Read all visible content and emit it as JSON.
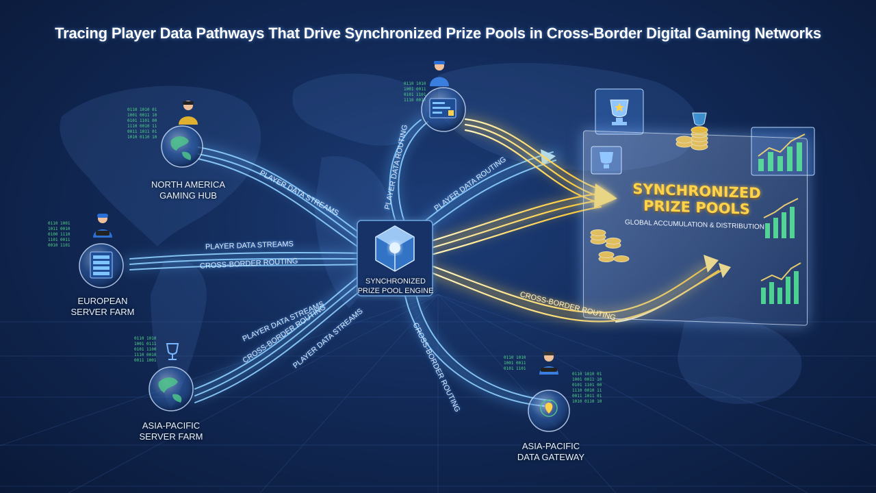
{
  "title": "Tracing Player Data Pathways That Drive Synchronized Prize Pools in Cross-Border Digital Gaming Networks",
  "nodes": {
    "north_america": {
      "line1": "NORTH AMERICA",
      "line2": "GAMING HUB"
    },
    "european": {
      "line1": "EUROPEAN",
      "line2": "SERVER FARM"
    },
    "asia_pacific_farm": {
      "line1": "ASIA-PACIFIC",
      "line2": "SERVER FARM"
    },
    "asia_pacific_gateway": {
      "line1": "ASIA-PACIFIC",
      "line2": "DATA GATEWAY"
    }
  },
  "engine": {
    "line1": "SYNCHRONIZED",
    "line2": "PRIZE POOL ENGINE"
  },
  "prize_panel": {
    "line1": "SYNCHRONIZED",
    "line2": "PRIZE POOLS",
    "subtitle": "GLOBAL ACCUMULATION & DISTRIBUTION"
  },
  "stream_labels": {
    "na_player_streams": "PLAYER DATA STREAMS",
    "eu_player_streams": "PLAYER DATA STREAMS",
    "eu_cross_border": "CROSS-BORDER ROUTING",
    "ap_player_streams_1": "PLAYER DATA STREAMS",
    "ap_cross_border": "CROSS-BORDER ROUTING",
    "ap_player_streams_2": "PLAYER DATA STREAMS",
    "top_player_routing": "PLAYER DATA ROUTING",
    "top_player_data": "PLAYER DATA ROUTING",
    "gateway_routing": "CROSS-BORDER ROUTING",
    "gold_cross_border": "CROSS-BORDER ROUTING"
  },
  "colors": {
    "background": "#122a58",
    "stream_blue": "#5fb4ff",
    "stream_gold": "#ffd24a",
    "panel_title": "#ffd34a",
    "chart_green": "#3ddc7a",
    "binary_green": "#54d68a"
  },
  "icons": {
    "globe": "globe-icon",
    "server": "server-rack-icon",
    "player": "player-avatar-icon",
    "trophy": "trophy-icon",
    "coins": "coin-stack-icon",
    "bar_chart": "bar-chart-icon",
    "engine": "cube-engine-icon",
    "map_pin": "map-pin-icon"
  }
}
